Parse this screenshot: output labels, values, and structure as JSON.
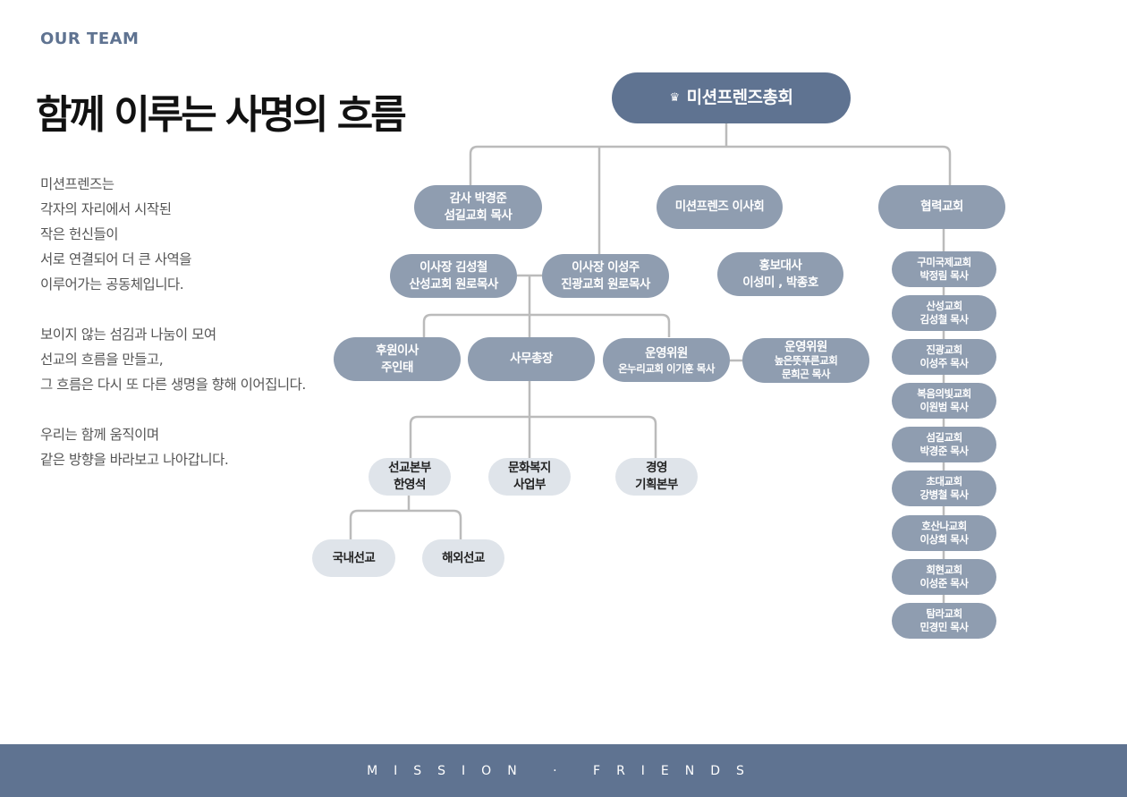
{
  "header": {
    "eyebrow": "OUR TEAM",
    "title": "함께 이루는 사명의 흐름"
  },
  "description": {
    "paragraphs": [
      [
        "미션프렌즈는",
        "각자의 자리에서 시작된",
        "작은 헌신들이",
        "서로 연결되어 더 큰 사역을",
        "이루어가는 공동체입니다."
      ],
      [
        "보이지 않는 섬김과 나눔이 모여",
        "선교의 흐름을 만들고,",
        "그 흐름은 다시 또 다른 생명을 향해 이어집니다."
      ],
      [
        "우리는 함께 움직이며",
        "같은 방향을 바라보고 나아갑니다."
      ]
    ]
  },
  "org": {
    "top": {
      "icon": "crown-icon",
      "label": "미션프렌즈총회"
    },
    "auditor": [
      "감사 박경준",
      "섬길교회 목사"
    ],
    "board": "미션프렌즈 이사회",
    "partners": "협력교회",
    "chair1": [
      "이사장 김성철",
      "산성교회 원로목사"
    ],
    "chair2": [
      "이사장 이성주",
      "진광교회 원로목사"
    ],
    "ambassador": [
      "홍보대사",
      "이성미 , 박종호"
    ],
    "sponsor": [
      "후원이사",
      "주인태"
    ],
    "secretary": "사무총장",
    "committee1": [
      "운영위원",
      "온누리교회 이기훈 목사"
    ],
    "committee2": [
      "운영위원",
      "높은뜻푸른교회",
      "문희곤 목사"
    ],
    "missions": [
      "선교본부",
      "한영석"
    ],
    "culture": [
      "문화복지",
      "사업부"
    ],
    "management": [
      "경영",
      "기획본부"
    ],
    "domestic": "국내선교",
    "overseas": "해외선교",
    "churches": [
      [
        "구미국제교회",
        "박정림 목사"
      ],
      [
        "산성교회",
        "김성철 목사"
      ],
      [
        "진광교회",
        "이성주 목사"
      ],
      [
        "복음의빛교회",
        "이원범 목사"
      ],
      [
        "섬길교회",
        "박경준 목사"
      ],
      [
        "초대교회",
        "강병철 목사"
      ],
      [
        "호산나교회",
        "이상희 목사"
      ],
      [
        "회현교회",
        "이성준 목사"
      ],
      [
        "탐라교회",
        "민경민 목사"
      ]
    ]
  },
  "footer": "MISSION · FRIENDS",
  "colors": {
    "primary": "#5f7391",
    "node": "#8f9db0",
    "light": "#dfe4ea",
    "line": "#bbbbbb"
  }
}
